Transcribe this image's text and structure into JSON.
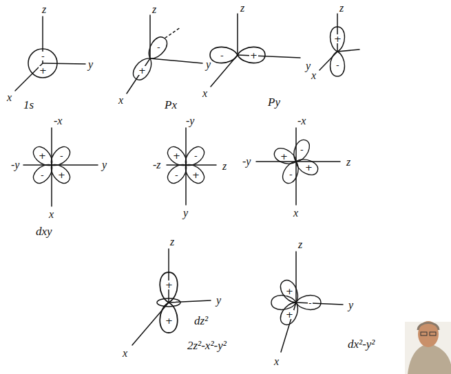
{
  "diagram": {
    "labels": [
      "z",
      "y",
      "x",
      "-",
      "+",
      "1s",
      "z",
      "y",
      "x",
      "-",
      "+",
      "Px",
      "z",
      "y",
      "x",
      "-",
      "+",
      "Py",
      "z",
      "x",
      "+",
      "-",
      "-x",
      "-y",
      "y",
      "+",
      "-",
      "-",
      "+",
      "x",
      "dxy",
      "-y",
      "-z",
      "z",
      "+",
      "-",
      "-",
      "+",
      "y",
      "-x",
      "-y",
      "z",
      "+",
      "-",
      "-",
      "+",
      "x",
      "z",
      "+",
      "y",
      "+",
      "x",
      "dz²",
      "2z²-x²-y²",
      "z",
      "+",
      "y",
      "-",
      "+",
      "x",
      "dx²-y²"
    ]
  }
}
